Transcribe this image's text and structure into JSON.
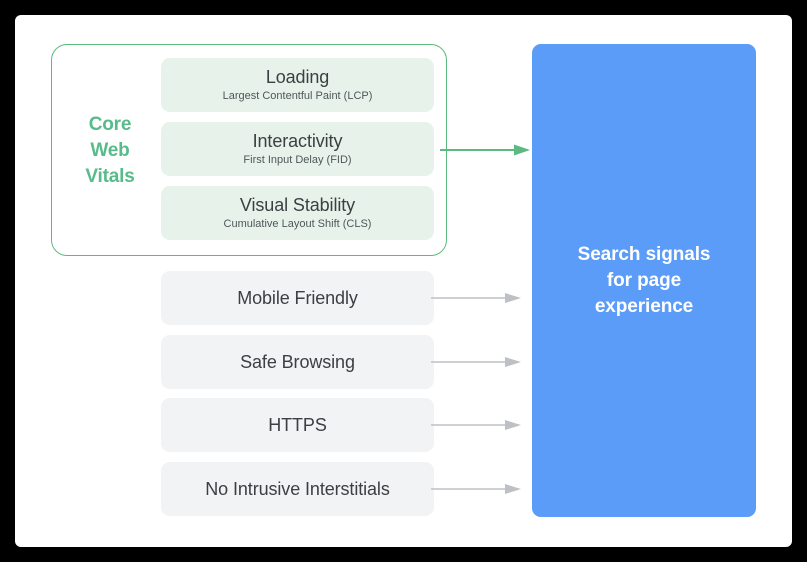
{
  "diagram": {
    "core_web_vitals": {
      "group_label": "Core\nWeb\nVitals",
      "accent_color": "#57bb8a",
      "border_color": "#5cb97f",
      "box_fill": "#e7f3ea",
      "items": [
        {
          "title": "Loading",
          "subtitle": "Largest Contentful Paint (LCP)"
        },
        {
          "title": "Interactivity",
          "subtitle": "First Input Delay (FID)"
        },
        {
          "title": "Visual Stability",
          "subtitle": "Cumulative Layout Shift (CLS)"
        }
      ]
    },
    "other_signals": {
      "box_fill": "#f1f3f4",
      "items": [
        {
          "label": "Mobile Friendly"
        },
        {
          "label": "Safe Browsing"
        },
        {
          "label": "HTTPS"
        },
        {
          "label": "No Intrusive Interstitials"
        }
      ]
    },
    "destination": {
      "label": "Search signals\nfor page\nexperience",
      "fill_color": "#5b9cf8",
      "text_color": "#ffffff"
    },
    "connectors": {
      "green_arrow_color": "#5cb97f",
      "gray_arrow_color": "#bdc1c6"
    }
  }
}
